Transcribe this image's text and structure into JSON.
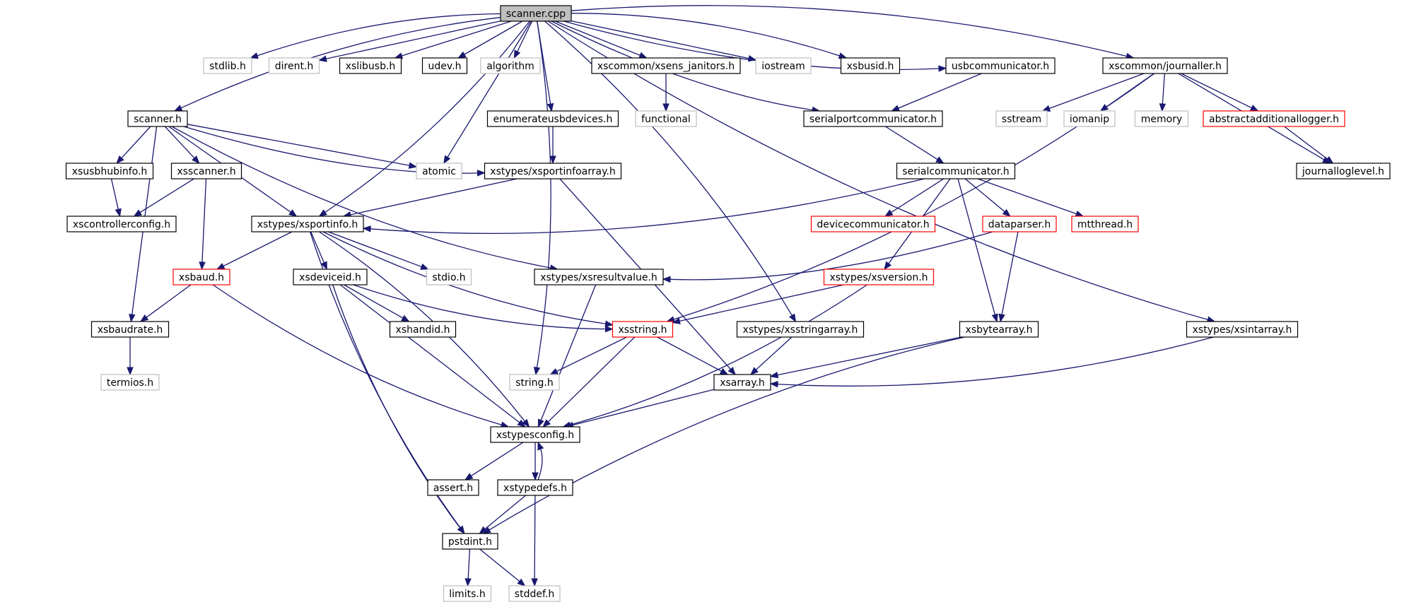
{
  "nodes": [
    {
      "id": "scanner_cpp",
      "label": "scanner.cpp",
      "kind": "root"
    },
    {
      "id": "stdlib",
      "label": "stdlib.h",
      "kind": "system"
    },
    {
      "id": "dirent",
      "label": "dirent.h",
      "kind": "system"
    },
    {
      "id": "xslibusb",
      "label": "xslibusb.h",
      "kind": "header"
    },
    {
      "id": "udev",
      "label": "udev.h",
      "kind": "header"
    },
    {
      "id": "algorithm",
      "label": "algorithm",
      "kind": "system"
    },
    {
      "id": "janitors",
      "label": "xscommon/xsens_janitors.h",
      "kind": "header"
    },
    {
      "id": "iostream",
      "label": "iostream",
      "kind": "system"
    },
    {
      "id": "xsbusid",
      "label": "xsbusid.h",
      "kind": "header"
    },
    {
      "id": "usbcomm",
      "label": "usbcommunicator.h",
      "kind": "header"
    },
    {
      "id": "journaller",
      "label": "xscommon/journaller.h",
      "kind": "header"
    },
    {
      "id": "scanner_h",
      "label": "scanner.h",
      "kind": "header"
    },
    {
      "id": "enumusb",
      "label": "enumerateusbdevices.h",
      "kind": "header"
    },
    {
      "id": "functional",
      "label": "functional",
      "kind": "system"
    },
    {
      "id": "serialport",
      "label": "serialportcommunicator.h",
      "kind": "header"
    },
    {
      "id": "sstream",
      "label": "sstream",
      "kind": "system"
    },
    {
      "id": "iomanip",
      "label": "iomanip",
      "kind": "system"
    },
    {
      "id": "memory",
      "label": "memory",
      "kind": "system"
    },
    {
      "id": "abslogger",
      "label": "abstractadditionallogger.h",
      "kind": "truncated"
    },
    {
      "id": "xsusbhub",
      "label": "xsusbhubinfo.h",
      "kind": "header"
    },
    {
      "id": "xsscanner",
      "label": "xsscanner.h",
      "kind": "header"
    },
    {
      "id": "atomic",
      "label": "atomic",
      "kind": "system"
    },
    {
      "id": "portinfoarray",
      "label": "xstypes/xsportinfoarray.h",
      "kind": "header"
    },
    {
      "id": "serialcomm",
      "label": "serialcommunicator.h",
      "kind": "header"
    },
    {
      "id": "journallevel",
      "label": "journalloglevel.h",
      "kind": "header"
    },
    {
      "id": "ctrlconfig",
      "label": "xscontrollerconfig.h",
      "kind": "header"
    },
    {
      "id": "portinfo",
      "label": "xstypes/xsportinfo.h",
      "kind": "header"
    },
    {
      "id": "devcomm",
      "label": "devicecommunicator.h",
      "kind": "truncated"
    },
    {
      "id": "dataparser",
      "label": "dataparser.h",
      "kind": "truncated"
    },
    {
      "id": "mtthread",
      "label": "mtthread.h",
      "kind": "truncated"
    },
    {
      "id": "xsbaud",
      "label": "xsbaud.h",
      "kind": "truncated"
    },
    {
      "id": "xsdeviceid",
      "label": "xsdeviceid.h",
      "kind": "header"
    },
    {
      "id": "stdio",
      "label": "stdio.h",
      "kind": "system"
    },
    {
      "id": "resultvalue",
      "label": "xstypes/xsresultvalue.h",
      "kind": "header"
    },
    {
      "id": "xsversion",
      "label": "xstypes/xsversion.h",
      "kind": "truncated"
    },
    {
      "id": "xsbaudrate",
      "label": "xsbaudrate.h",
      "kind": "header"
    },
    {
      "id": "xshandid",
      "label": "xshandid.h",
      "kind": "header"
    },
    {
      "id": "xsstring",
      "label": "xsstring.h",
      "kind": "truncated"
    },
    {
      "id": "stringarray",
      "label": "xstypes/xsstringarray.h",
      "kind": "header"
    },
    {
      "id": "bytearray",
      "label": "xsbytearray.h",
      "kind": "header"
    },
    {
      "id": "intarray",
      "label": "xstypes/xsintarray.h",
      "kind": "header"
    },
    {
      "id": "termios",
      "label": "termios.h",
      "kind": "system"
    },
    {
      "id": "string_h",
      "label": "string.h",
      "kind": "system"
    },
    {
      "id": "xsarray",
      "label": "xsarray.h",
      "kind": "header"
    },
    {
      "id": "typesconfig",
      "label": "xstypesconfig.h",
      "kind": "header"
    },
    {
      "id": "assert",
      "label": "assert.h",
      "kind": "header"
    },
    {
      "id": "typedefs",
      "label": "xstypedefs.h",
      "kind": "header"
    },
    {
      "id": "pstdint",
      "label": "pstdint.h",
      "kind": "header"
    },
    {
      "id": "limits",
      "label": "limits.h",
      "kind": "system"
    },
    {
      "id": "stddef",
      "label": "stddef.h",
      "kind": "system"
    }
  ],
  "edges": [
    [
      "scanner_cpp",
      "stdlib"
    ],
    [
      "scanner_cpp",
      "dirent"
    ],
    [
      "scanner_cpp",
      "xslibusb"
    ],
    [
      "scanner_cpp",
      "udev"
    ],
    [
      "scanner_cpp",
      "algorithm"
    ],
    [
      "scanner_cpp",
      "janitors"
    ],
    [
      "scanner_cpp",
      "iostream"
    ],
    [
      "scanner_cpp",
      "xsbusid"
    ],
    [
      "scanner_cpp",
      "usbcomm"
    ],
    [
      "scanner_cpp",
      "journaller"
    ],
    [
      "scanner_cpp",
      "scanner_h"
    ],
    [
      "scanner_cpp",
      "enumusb"
    ],
    [
      "scanner_cpp",
      "atomic"
    ],
    [
      "scanner_cpp",
      "portinfo"
    ],
    [
      "scanner_cpp",
      "serialport"
    ],
    [
      "scanner_cpp",
      "stringarray"
    ],
    [
      "scanner_cpp",
      "intarray"
    ],
    [
      "scanner_cpp",
      "string_h"
    ],
    [
      "janitors",
      "functional"
    ],
    [
      "usbcomm",
      "serialport"
    ],
    [
      "journaller",
      "sstream"
    ],
    [
      "journaller",
      "iomanip"
    ],
    [
      "journaller",
      "memory"
    ],
    [
      "journaller",
      "abslogger"
    ],
    [
      "journaller",
      "journallevel"
    ],
    [
      "journaller",
      "xsstring"
    ],
    [
      "abslogger",
      "journallevel"
    ],
    [
      "scanner_h",
      "xsusbhub"
    ],
    [
      "scanner_h",
      "xsscanner"
    ],
    [
      "scanner_h",
      "atomic"
    ],
    [
      "scanner_h",
      "portinfoarray"
    ],
    [
      "scanner_h",
      "portinfo"
    ],
    [
      "scanner_h",
      "resultvalue"
    ],
    [
      "scanner_h",
      "xsbaudrate"
    ],
    [
      "enumusb",
      "portinfoarray"
    ],
    [
      "serialport",
      "serialcomm"
    ],
    [
      "xsusbhub",
      "ctrlconfig"
    ],
    [
      "xsscanner",
      "ctrlconfig"
    ],
    [
      "xsscanner",
      "xsbaud"
    ],
    [
      "portinfoarray",
      "portinfo"
    ],
    [
      "portinfoarray",
      "xsarray"
    ],
    [
      "serialcomm",
      "portinfo"
    ],
    [
      "serialcomm",
      "devcomm"
    ],
    [
      "serialcomm",
      "dataparser"
    ],
    [
      "serialcomm",
      "mtthread"
    ],
    [
      "serialcomm",
      "xsversion"
    ],
    [
      "serialcomm",
      "bytearray"
    ],
    [
      "portinfo",
      "xsbaud"
    ],
    [
      "portinfo",
      "xsdeviceid"
    ],
    [
      "portinfo",
      "stdio"
    ],
    [
      "portinfo",
      "xsstring"
    ],
    [
      "portinfo",
      "typesconfig"
    ],
    [
      "portinfo",
      "pstdint"
    ],
    [
      "dataparser",
      "resultvalue"
    ],
    [
      "dataparser",
      "bytearray"
    ],
    [
      "xsbaud",
      "xsbaudrate"
    ],
    [
      "xsbaud",
      "typesconfig"
    ],
    [
      "xsdeviceid",
      "xshandid"
    ],
    [
      "xsdeviceid",
      "xsstring"
    ],
    [
      "xsdeviceid",
      "typesconfig"
    ],
    [
      "xsdeviceid",
      "pstdint"
    ],
    [
      "resultvalue",
      "typesconfig"
    ],
    [
      "xsversion",
      "xsstring"
    ],
    [
      "xsversion",
      "typesconfig"
    ],
    [
      "xsbaudrate",
      "termios"
    ],
    [
      "xsstring",
      "string_h"
    ],
    [
      "xsstring",
      "xsarray"
    ],
    [
      "xsstring",
      "typesconfig"
    ],
    [
      "stringarray",
      "xsarray"
    ],
    [
      "bytearray",
      "xsarray"
    ],
    [
      "bytearray",
      "pstdint"
    ],
    [
      "intarray",
      "xsarray"
    ],
    [
      "xsarray",
      "typesconfig"
    ],
    [
      "typesconfig",
      "assert"
    ],
    [
      "typesconfig",
      "typedefs"
    ],
    [
      "typedefs",
      "typesconfig"
    ],
    [
      "typedefs",
      "pstdint"
    ],
    [
      "typedefs",
      "stddef"
    ],
    [
      "pstdint",
      "limits"
    ],
    [
      "pstdint",
      "stddef"
    ]
  ],
  "colors": {
    "edge": "#191970",
    "root_fill": "#bfbfbf",
    "header_border": "#000000",
    "system_border": "#bfbfbf",
    "truncated_border": "#ff0000",
    "text": "#000000"
  }
}
